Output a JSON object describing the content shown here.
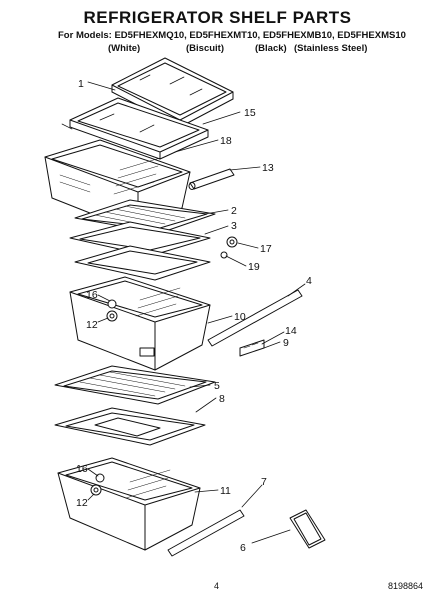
{
  "header": {
    "title": "REFRIGERATOR SHELF PARTS",
    "models_line": "For Models: ED5FHEXMQ10, ED5FHEXMT10, ED5FHEXMB10, ED5FHEXMS10",
    "colors": [
      "(White)",
      "(Biscuit)",
      "(Black)",
      "(Stainless Steel)"
    ]
  },
  "callouts": [
    "1",
    "15",
    "18",
    "13",
    "2",
    "3",
    "17",
    "19",
    "4",
    "16",
    "10",
    "12",
    "14",
    "9",
    "5",
    "8",
    "16",
    "7",
    "11",
    "12",
    "6"
  ],
  "footer": {
    "page_number": "4",
    "part_number": "8198864"
  }
}
